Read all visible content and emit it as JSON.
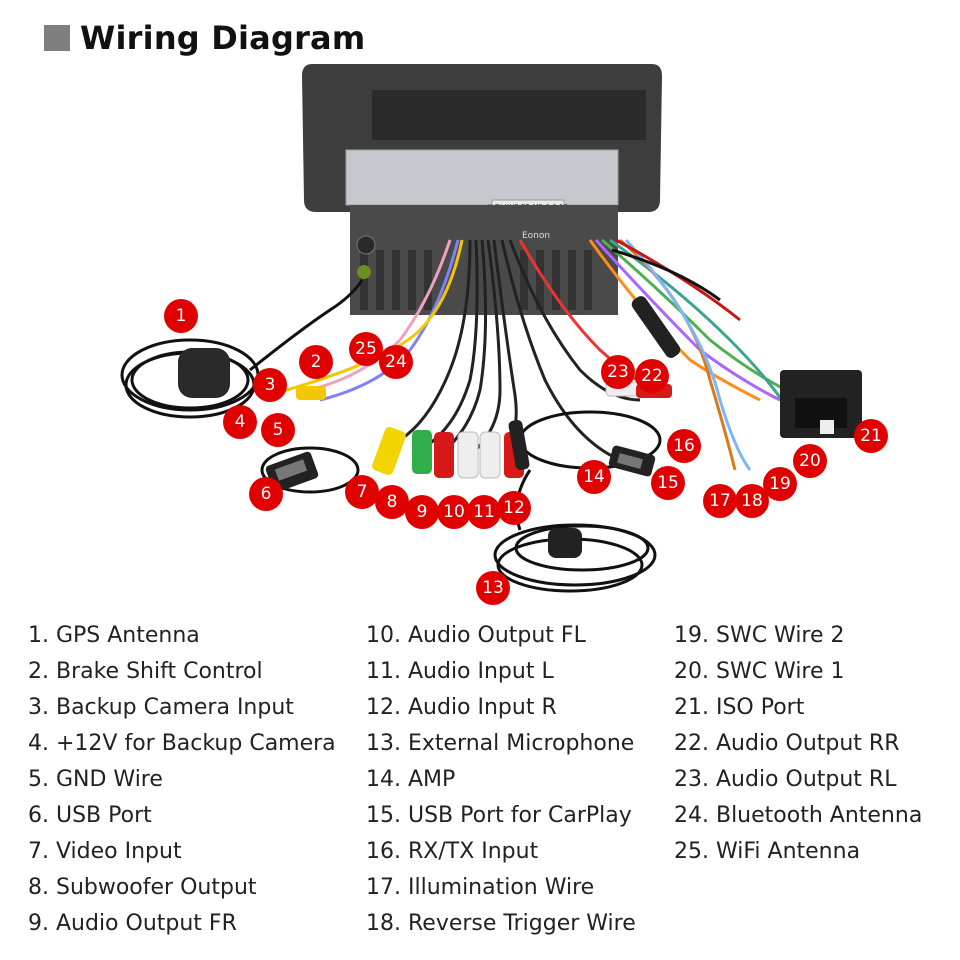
{
  "title": "Wiring Diagram",
  "device": {
    "label_text": "X-DI-XHF-PB-M5-1.0-13",
    "brand": "Eonon"
  },
  "colors": {
    "badge": "#e00000",
    "title_square": "#7f7f7f",
    "unit_body": "#3a3a3a",
    "chassis": "#c4c8cc"
  },
  "badges": [
    "1",
    "2",
    "3",
    "4",
    "5",
    "6",
    "7",
    "8",
    "9",
    "10",
    "11",
    "12",
    "13",
    "14",
    "15",
    "16",
    "17",
    "18",
    "19",
    "20",
    "21",
    "22",
    "23",
    "24",
    "25"
  ],
  "legend": {
    "col1": [
      "1. GPS Antenna",
      "2. Brake Shift Control",
      "3. Backup Camera Input",
      "4. +12V for Backup Camera",
      "5. GND Wire",
      "6. USB Port",
      "7. Video Input",
      "8. Subwoofer Output",
      "9. Audio Output FR"
    ],
    "col2": [
      "10. Audio Output FL",
      "11. Audio Input L",
      "12. Audio Input R",
      "13. External Microphone",
      "14. AMP",
      "15. USB Port for CarPlay",
      "16. RX/TX Input",
      "17. Illumination Wire",
      "18. Reverse Trigger Wire"
    ],
    "col3": [
      "19. SWC Wire 2",
      "20. SWC Wire 1",
      "21. ISO Port",
      "22. Audio Output RR",
      "23. Audio Output RL",
      "24. Bluetooth Antenna",
      "25. WiFi Antenna"
    ]
  }
}
